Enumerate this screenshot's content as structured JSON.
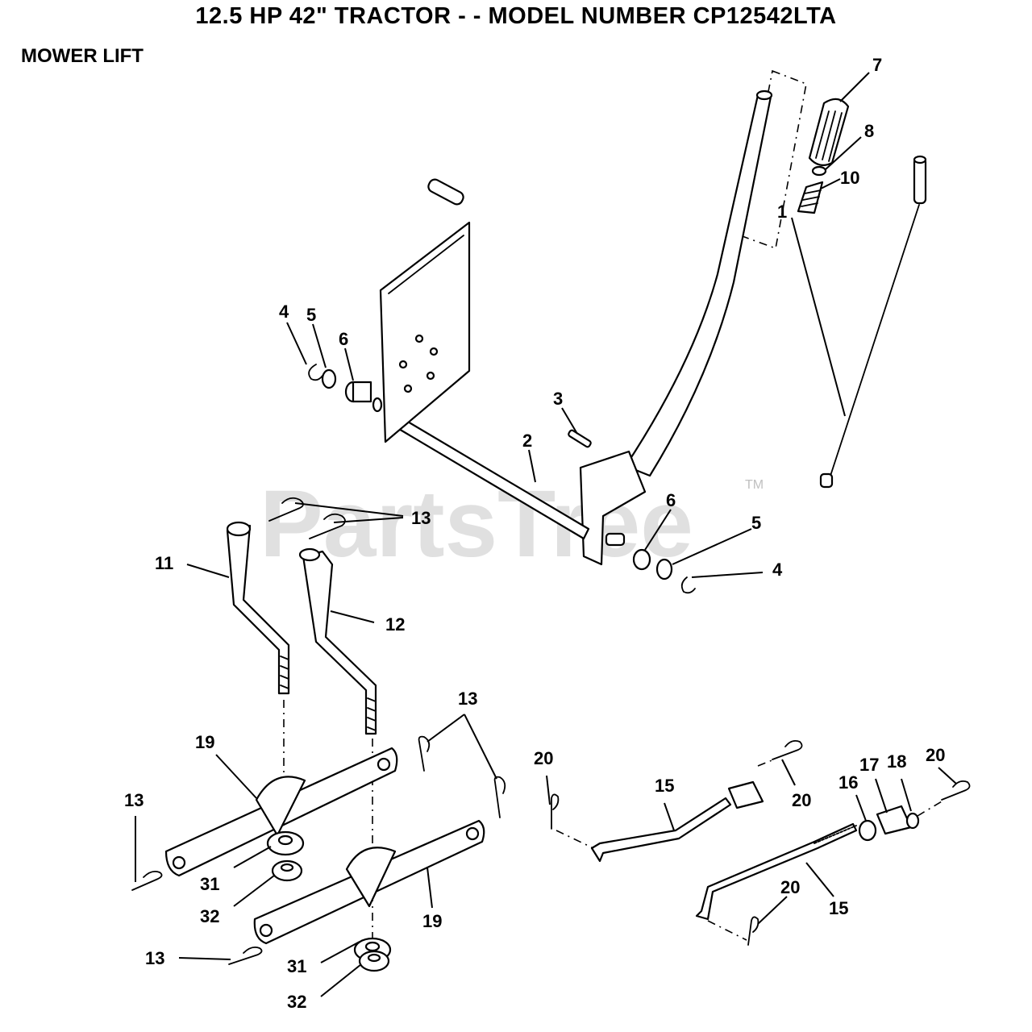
{
  "header": {
    "title": "12.5 HP 42\" TRACTOR - - MODEL NUMBER CP12542LTA",
    "section": "MOWER LIFT"
  },
  "watermark": {
    "text": "PartsTree",
    "trademark": "TM"
  },
  "callouts": {
    "c7": "7",
    "c8": "8",
    "c10": "10",
    "c1": "1",
    "c4a": "4",
    "c5a": "5",
    "c6a": "6",
    "c3": "3",
    "c2": "2",
    "c6b": "6",
    "c5b": "5",
    "c4b": "4",
    "c13a": "13",
    "c11": "11",
    "c12": "12",
    "c13b": "13",
    "c19a": "19",
    "c13c": "13",
    "c31a": "31",
    "c32a": "32",
    "c19b": "19",
    "c13d": "13",
    "c31b": "31",
    "c32b": "32",
    "c20a": "20",
    "c15a": "15",
    "c20b": "20",
    "c16": "16",
    "c17": "17",
    "c18": "18",
    "c20c": "20",
    "c20d": "20",
    "c15b": "15"
  }
}
